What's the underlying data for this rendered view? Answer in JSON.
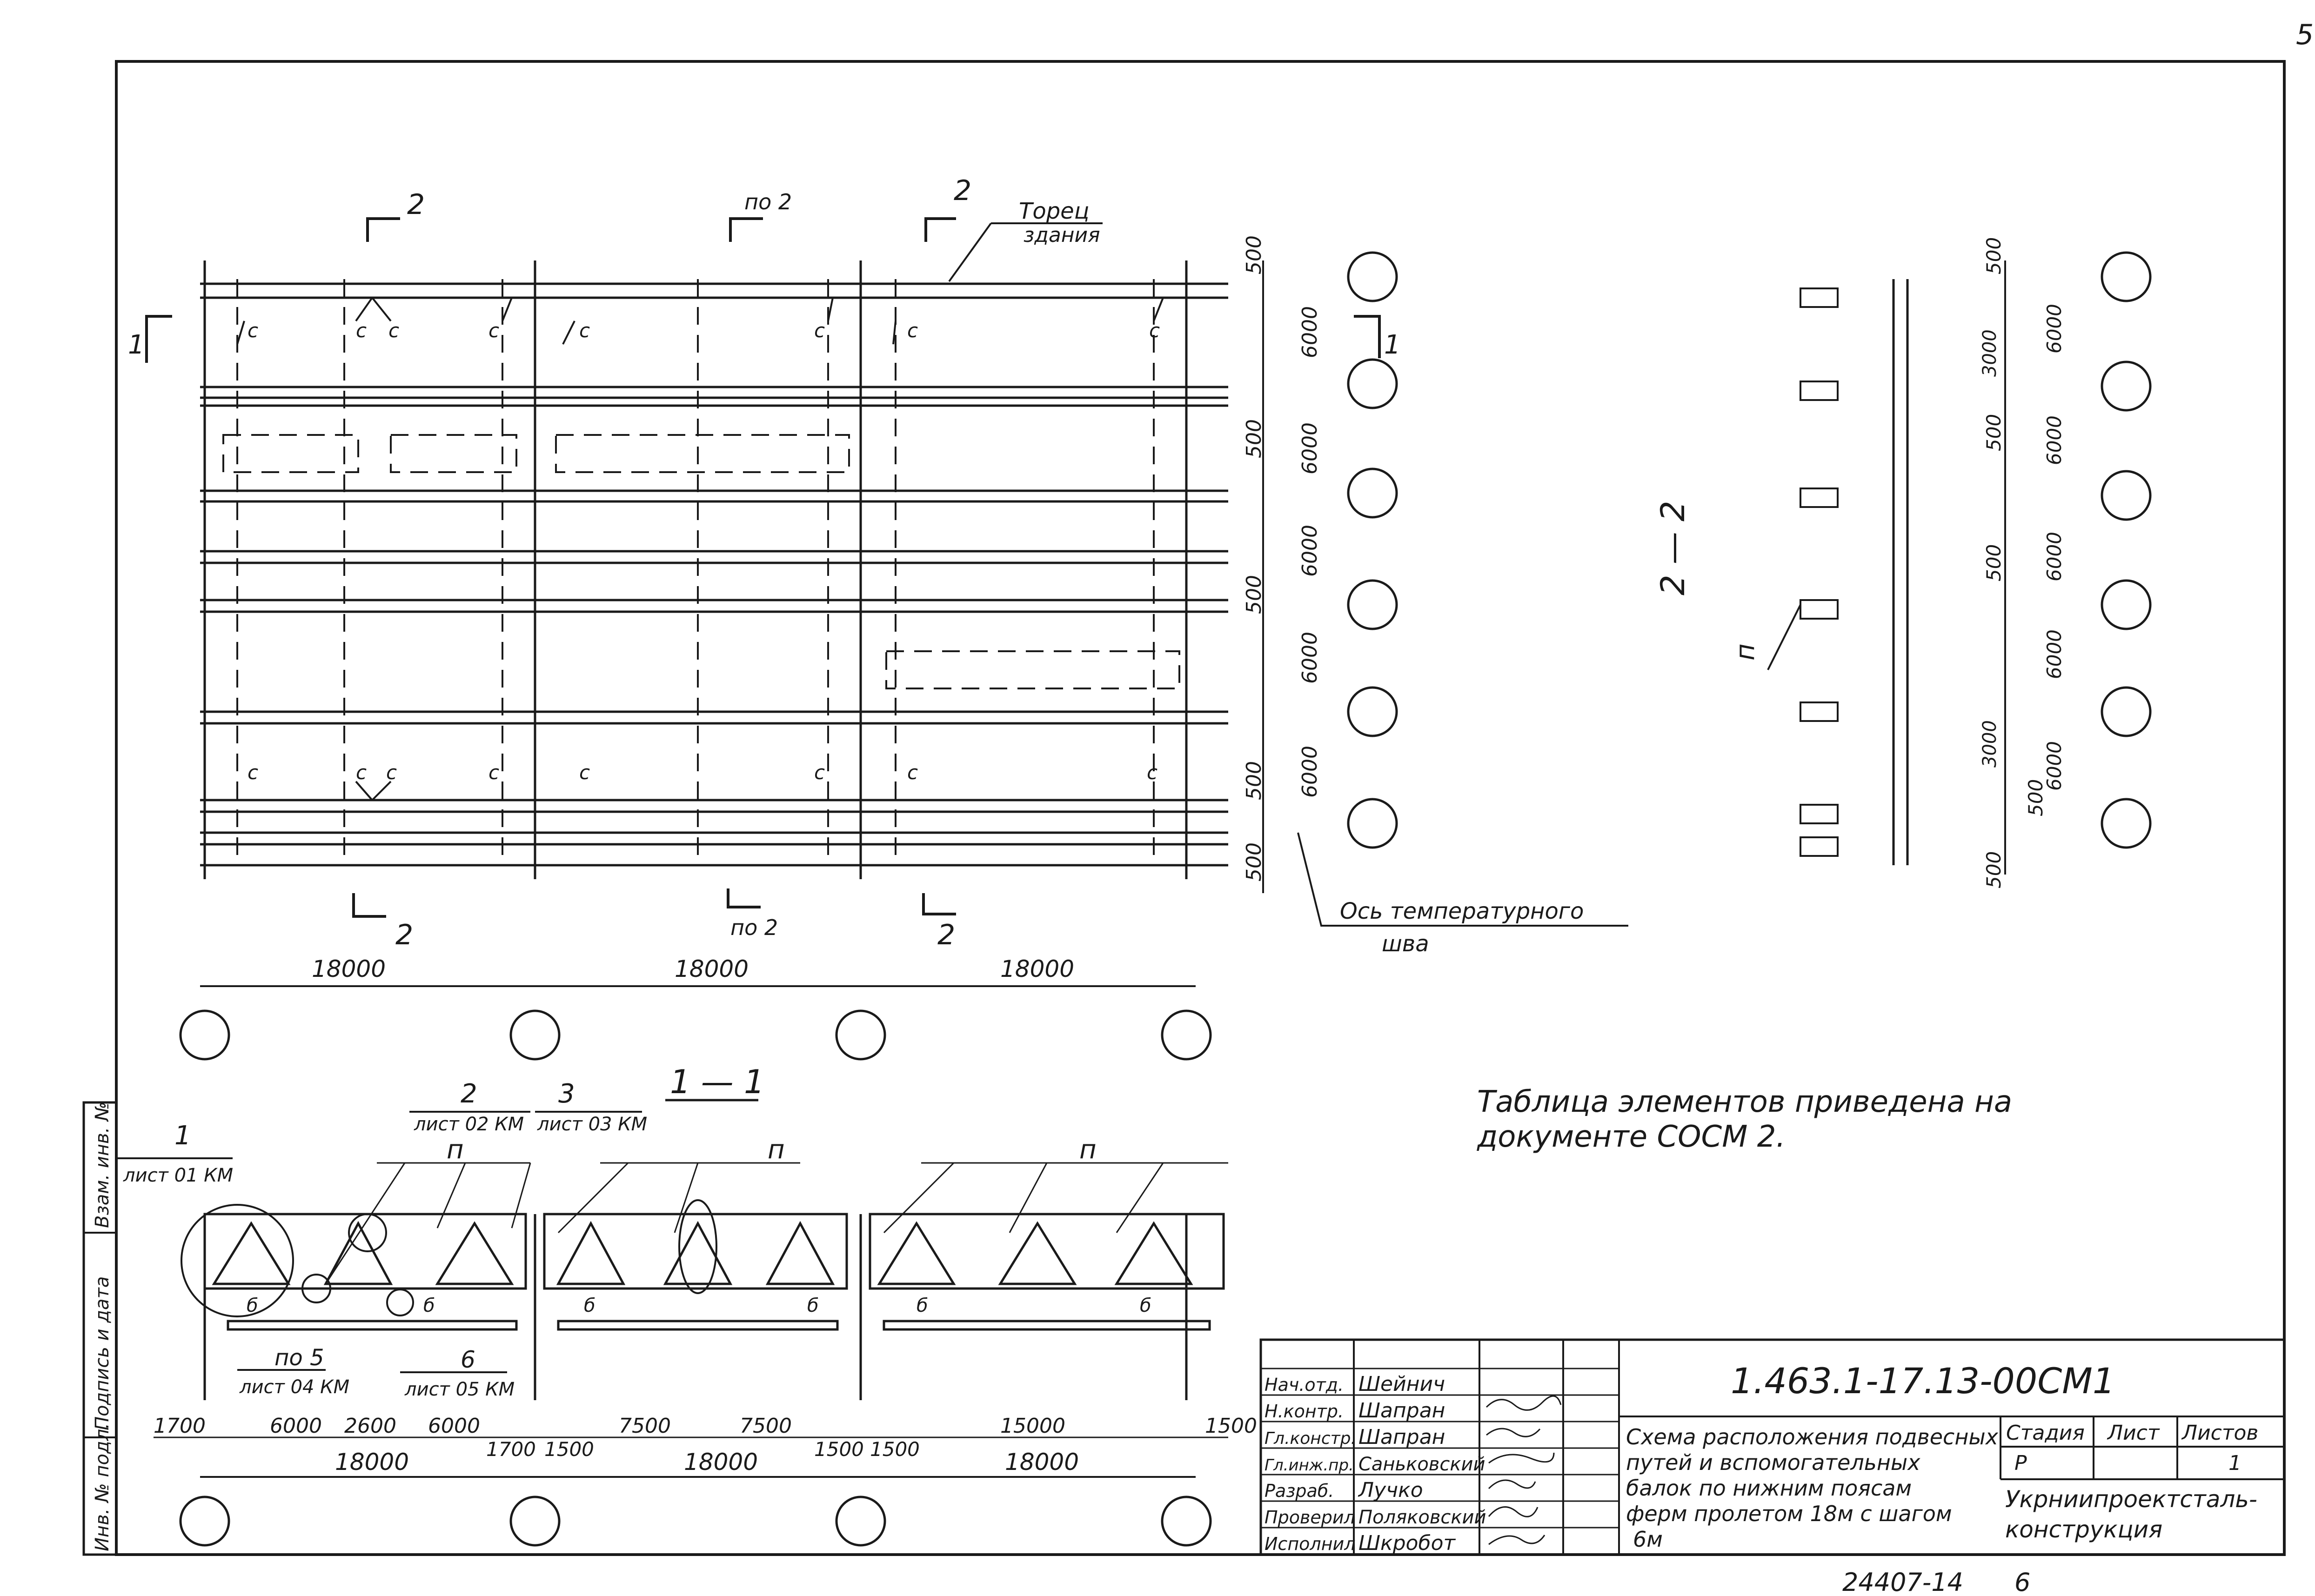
{
  "page_number": "5",
  "plan": {
    "cut_top_left": "2",
    "cut_top_mid": "по 2",
    "cut_top_right": "2",
    "cut_bottom_left": "2",
    "cut_bottom_mid": "по 2",
    "cut_bottom_right": "2",
    "cut_side_left": "1",
    "cut_side_right": "1",
    "building_end_line1": "Торец",
    "building_end_line2": "здания",
    "row_dims": [
      "500",
      "6000",
      "500",
      "6000",
      "6000",
      "500",
      "6000",
      "6000",
      "500",
      "500"
    ],
    "span_dims": [
      "18000",
      "18000",
      "18000"
    ],
    "expansion_joint_line1": "Ось температурного",
    "expansion_joint_line2": "шва",
    "c_marker": "с"
  },
  "section_2_2": {
    "title": "2 — 2",
    "marker": "п",
    "dims": [
      "500",
      "6000",
      "3000",
      "500",
      "6000",
      "500",
      "6000",
      "6000",
      "3000",
      "6000",
      "500",
      "500"
    ]
  },
  "section_1_1": {
    "title": "1 — 1",
    "callout_1_num": "1",
    "callout_1_sheet": "лист 01 КМ",
    "callout_2_num": "2",
    "callout_2_sheet": "лист 02 КМ",
    "callout_3_num": "3",
    "callout_3_sheet": "лист 03 КМ",
    "p_label": "п",
    "b_label": "б",
    "callout_5_num": "по 5",
    "callout_5_sheet": "лист 04 КМ",
    "callout_6_num": "6",
    "callout_6_sheet": "лист 05 КМ",
    "sub_dims": [
      "1700",
      "6000",
      "2600",
      "6000",
      "1700",
      "1500",
      "7500",
      "7500",
      "1500",
      "1500",
      "15000",
      "1500"
    ],
    "span_dims": [
      "18000",
      "18000",
      "18000"
    ]
  },
  "note_line1": "Таблица элементов приведена на",
  "note_line2": "документе   СОСМ 2.",
  "margin_stamp": {
    "inv_orig": "Инв. № подл.",
    "sign_date": "Подпись и дата",
    "replace_inv": "Взам. инв. №"
  },
  "title_block": {
    "doc_code": "1.463.1-17.13-00СМ1",
    "roles": [
      {
        "role": "Нач.отд.",
        "name": "Шейнич"
      },
      {
        "role": "Н.контр.",
        "name": "Шапран"
      },
      {
        "role": "Гл.констр.",
        "name": "Шапран"
      },
      {
        "role": "Гл.инж.пр.",
        "name": "Саньковский"
      },
      {
        "role": "Разраб.",
        "name": "Лучко"
      },
      {
        "role": "Проверил",
        "name": "Поляковский"
      },
      {
        "role": "Исполнил",
        "name": "Шкробот"
      }
    ],
    "description": [
      "Схема расположения подвесных",
      "путей и вспомогательных",
      "балок по нижним поясам",
      "ферм пролетом 18м с шагом",
      "6м"
    ],
    "stage_header": "Стадия",
    "sheet_header": "Лист",
    "sheets_header": "Листов",
    "stage_value": "Р",
    "sheet_value": "1",
    "sheets_value": "",
    "organization_line1": "Укрниипроектсталь-",
    "organization_line2": "конструкция"
  },
  "archive_number": "24407-14",
  "archive_sheet": "6"
}
